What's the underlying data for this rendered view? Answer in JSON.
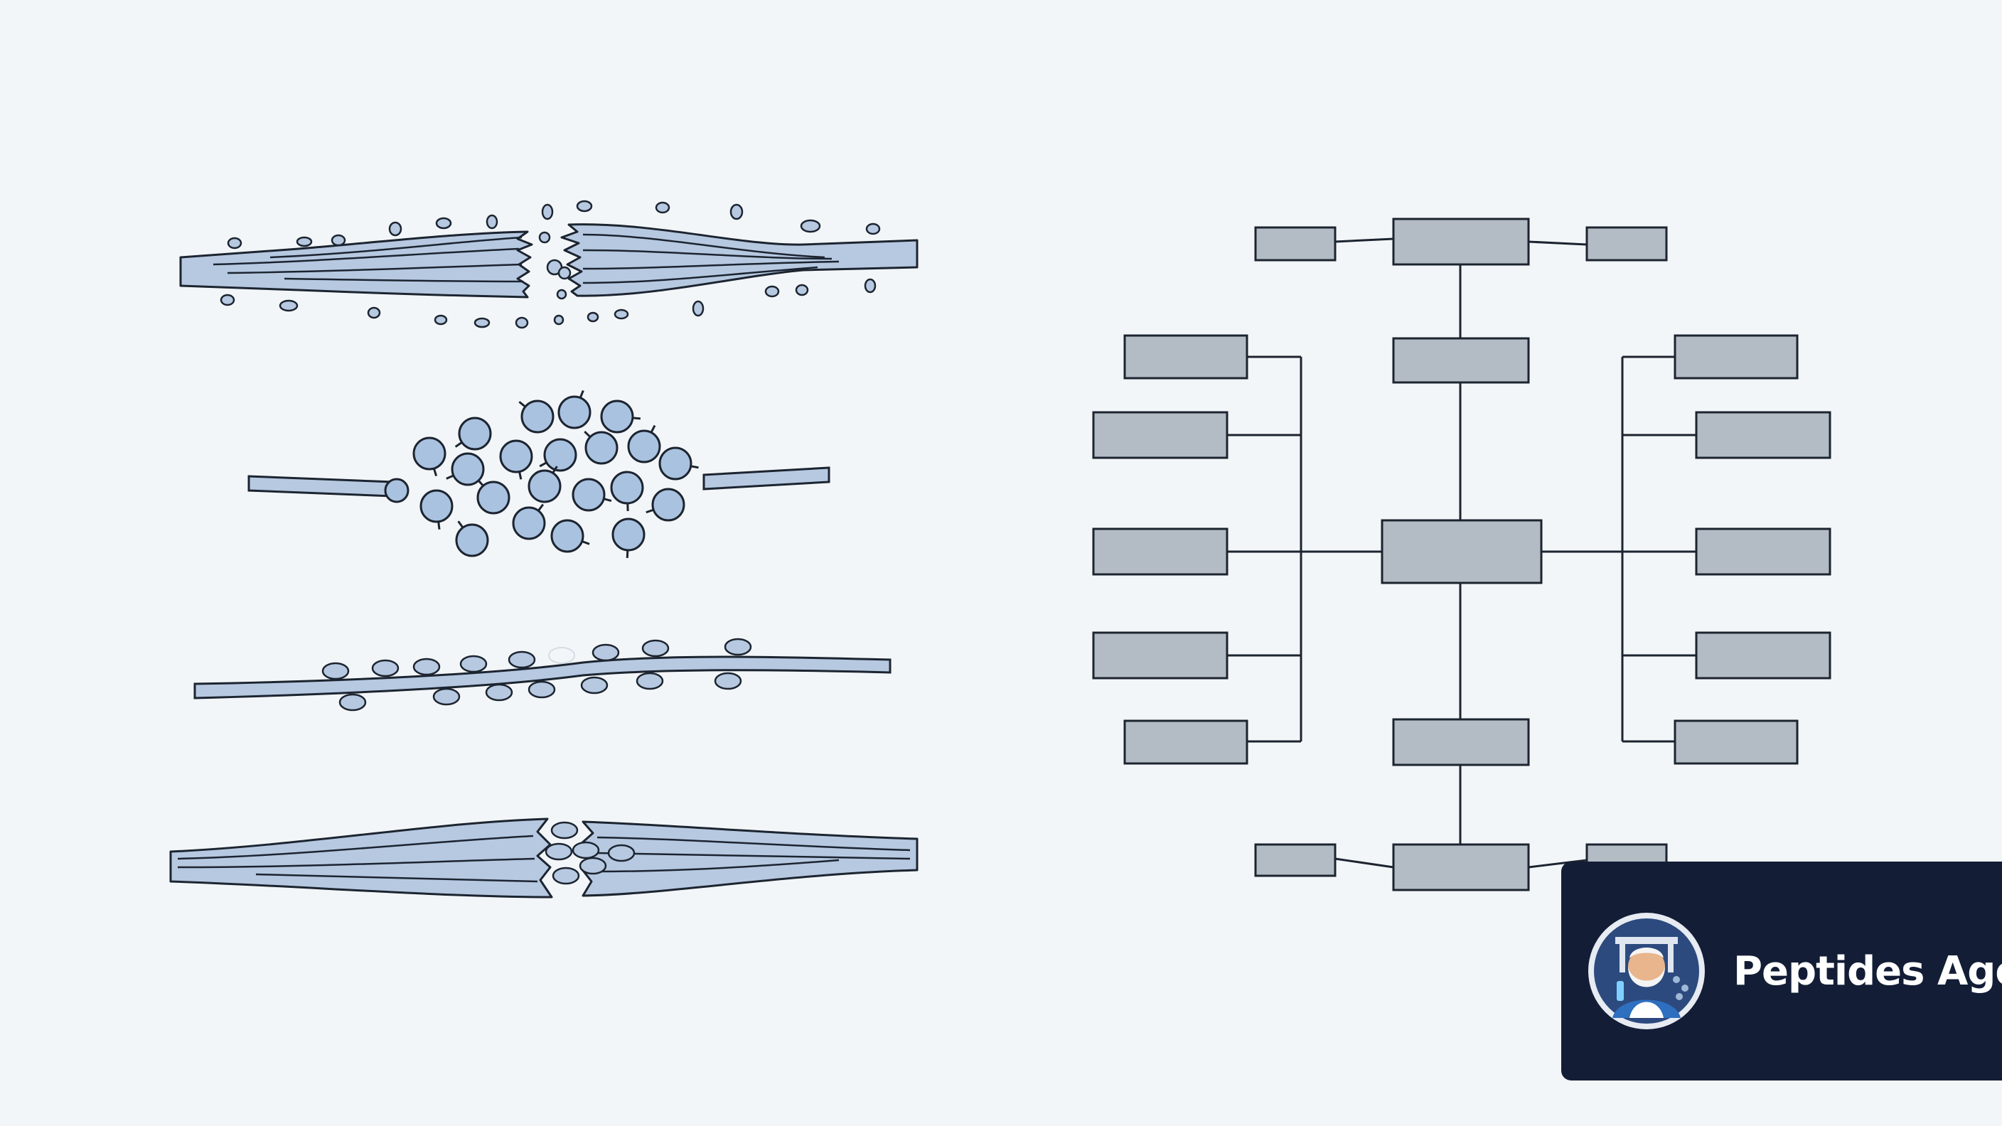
{
  "colors": {
    "background": "#f3f6f8",
    "fiber_fill": "#b6c9e1",
    "cell_fill": "#a9c2e0",
    "box_fill": "#b3bcc4",
    "stroke": "#1c2430",
    "badge_bg": "#131d36",
    "badge_text": "#ffffff"
  },
  "illustrations": [
    {
      "name": "torn-fiber-with-debris"
    },
    {
      "name": "fiber-gap-filled-with-cells"
    },
    {
      "name": "thin-fiber-with-attached-cells"
    },
    {
      "name": "fiber-rejoining"
    }
  ],
  "flowchart": {
    "box_count": 19,
    "box_labels": []
  },
  "brand": {
    "name": "Peptides Agora",
    "logo_icon": "greek-philosopher-avatar"
  }
}
